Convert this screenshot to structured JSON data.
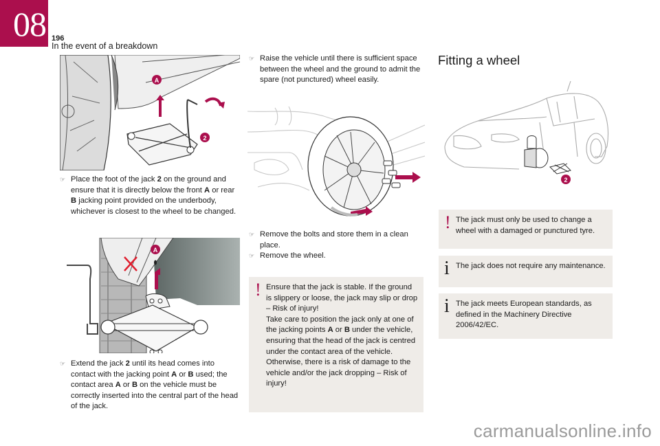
{
  "header": {
    "chapter": "08",
    "page_number": "196",
    "section": "In the event of a breakdown"
  },
  "colors": {
    "accent": "#ab0f4d",
    "note_background": "#efece8"
  },
  "column1": {
    "illustration1": {
      "label_point": "A",
      "label_jack": "2"
    },
    "step1": {
      "parts": [
        "Place the foot of the jack ",
        "2",
        " on the ground and ensure that it is directly below the front ",
        "A",
        " or rear ",
        "B",
        " jacking point provided on the underbody, whichever is closest to the wheel to be changed."
      ]
    },
    "illustration2": {
      "label_point": "A"
    },
    "step2": {
      "parts": [
        "Extend the jack ",
        "2",
        " until its head comes into contact with the jacking point ",
        "A",
        " or ",
        "B",
        " used; the contact area ",
        "A",
        " or ",
        "B",
        " on the vehicle must be correctly inserted into the central part of the head of the jack."
      ]
    }
  },
  "column2": {
    "step3": "Raise the vehicle until there is sufficient space between the wheel and the ground to admit the spare (not punctured) wheel easily.",
    "step4": "Remove the bolts and store them in a clean place.",
    "step5": "Remove the wheel.",
    "warning": {
      "icon": "warning-exclamation-icon",
      "line1": "Ensure that the jack is stable. If the ground is slippery or loose, the jack may slip or drop – Risk of injury!",
      "parts": [
        "Take care to position the jack only at one of the jacking points ",
        "A",
        " or ",
        "B",
        " under the vehicle, ensuring that the head of the jack is centred under the contact area of the vehicle. Otherwise, there is a risk of damage to the vehicle and/or the jack dropping – Risk of injury!"
      ]
    }
  },
  "column3": {
    "heading": "Fitting a wheel",
    "illustration": {
      "label_jack": "2"
    },
    "warning": {
      "icon": "warning-exclamation-icon",
      "text": "The jack must only be used to change a wheel with a damaged or punctured tyre."
    },
    "info1": {
      "icon": "info-icon",
      "text": "The jack does not require any maintenance."
    },
    "info2": {
      "icon": "info-icon",
      "text": "The jack meets European standards, as defined in the Machinery Directive 2006/42/EC."
    }
  },
  "step_bullet": "☞",
  "warn_glyph": "!",
  "info_glyph": "i",
  "watermark": "carmanualsonline.info"
}
